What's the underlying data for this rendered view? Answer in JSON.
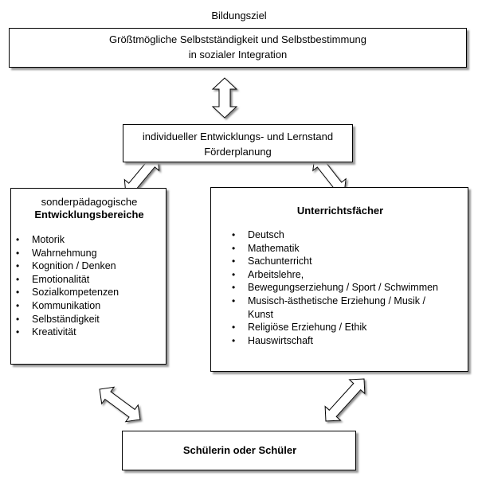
{
  "title": "Bildungsziel",
  "goal_box": {
    "line1": "Größtmögliche Selbstständigkeit und Selbstbestimmung",
    "line2": "in sozialer Integration"
  },
  "plan_box": {
    "line1": "individueller Entwicklungs- und Lernstand",
    "line2": "Förderplanung"
  },
  "left_box": {
    "subtitle": "sonderpädagogische",
    "title": "Entwicklungsbereiche",
    "items": [
      "Motorik",
      "Wahrnehmung",
      "Kognition / Denken",
      "Emotionalität",
      "Sozialkompetenzen",
      "Kommunikation",
      "Selbständigkeit",
      "Kreativität"
    ]
  },
  "right_box": {
    "title": "Unterrichtsfächer",
    "items": [
      "Deutsch",
      "Mathematik",
      "Sachunterricht",
      "Arbeitslehre,",
      "Bewegungserziehung / Sport / Schwimmen",
      "Musisch-ästhetische Erziehung / Musik /",
      "Kunst",
      "Religiöse Erziehung / Ethik",
      "Hauswirtschaft"
    ],
    "continuation_indices": [
      6
    ]
  },
  "student_box": {
    "label": "Schülerin oder Schüler"
  }
}
